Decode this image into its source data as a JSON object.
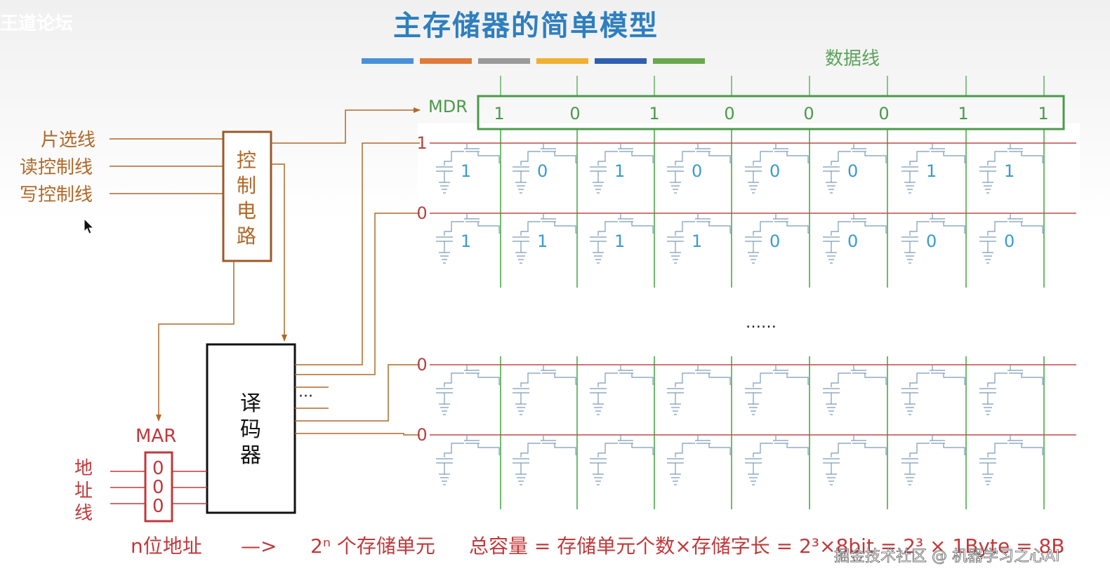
{
  "brand": "王道论坛",
  "title": "主存储器的简单模型",
  "accent_bars": [
    "#4a90d9",
    "#e07a3a",
    "#9a9a9a",
    "#f0b030",
    "#2f5fb0",
    "#6aa84f"
  ],
  "data_line_label": "数据线",
  "mdr": {
    "label": "MDR",
    "bits": [
      "1",
      "0",
      "1",
      "0",
      "0",
      "0",
      "1",
      "1"
    ]
  },
  "control_lines": [
    "片选线",
    "读控制线",
    "写控制线"
  ],
  "control_circuit_label": [
    "控",
    "制",
    "电",
    "路"
  ],
  "decoder_label": [
    "译",
    "码",
    "器"
  ],
  "decoder_ellipsis": "···",
  "mar": {
    "label": "MAR",
    "bits": [
      "0",
      "0",
      "0"
    ]
  },
  "address_line_label": [
    "地",
    "址",
    "线"
  ],
  "rows": [
    {
      "value": "1",
      "cells": [
        "1",
        "0",
        "1",
        "0",
        "0",
        "0",
        "1",
        "1"
      ]
    },
    {
      "value": "0",
      "cells": [
        "1",
        "1",
        "1",
        "1",
        "0",
        "0",
        "0",
        "0"
      ]
    },
    {
      "value": "0",
      "cells": [
        "",
        "",
        "",
        "",
        "",
        "",
        "",
        ""
      ]
    },
    {
      "value": "0",
      "cells": [
        "",
        "",
        "",
        "",
        "",
        "",
        "",
        ""
      ]
    }
  ],
  "middle_ellipsis": "……",
  "bottom": {
    "n_addr": "n位地址",
    "arrow": "—>",
    "units": "2ⁿ 个存储单元",
    "capacity": "总容量 = 存储单元个数×存储字长 = 2³×8bit = 2³ × 1Byte = 8B"
  },
  "watermark": "掘金技术社区 @ 机器学习之心AI",
  "colors": {
    "green": "#5aa35a",
    "brown": "#b06828",
    "red": "#c0393b",
    "blue": "#3a9ad0",
    "grid_red": "#c04848",
    "grid_green": "#4aaa4a",
    "cell_gray": "#7a9ab8"
  }
}
